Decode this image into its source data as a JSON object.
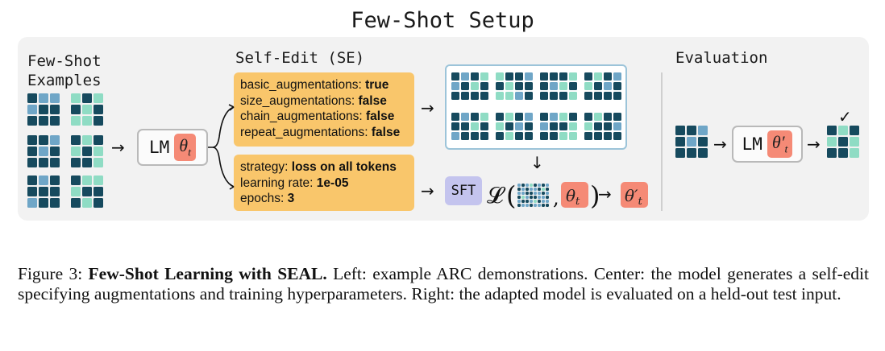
{
  "title": "Few-Shot Setup",
  "headers": {
    "fewshot_line1": "Few-Shot",
    "fewshot_line2": "Examples",
    "self_edit": "Self-Edit (SE)",
    "evaluation": "Evaluation"
  },
  "augmentations": [
    {
      "key": "basic_augmentations:",
      "value": "true"
    },
    {
      "key": "size_augmentations:",
      "value": "false"
    },
    {
      "key": "chain_augmentations:",
      "value": "false"
    },
    {
      "key": "repeat_augmentations:",
      "value": "false"
    }
  ],
  "hyperparams": [
    {
      "key": "strategy:",
      "value": "loss on all tokens"
    },
    {
      "key": "learning rate:",
      "value": "1e-05"
    },
    {
      "key": "epochs:",
      "value": "3"
    }
  ],
  "lm_label": "LM",
  "theta_symbol": "θ",
  "theta_sub": "t",
  "theta_prime": "′",
  "sft_label": "SFT",
  "loss_symbol": "𝓛",
  "checkmark": "✓",
  "colors": {
    "dark_teal": "#164a5e",
    "mid_blue": "#6fa6c7",
    "light_teal": "#8fdcc4",
    "orange_box": "#f9c66b",
    "theta_bg": "#f58a76",
    "sft_bg": "#c4c4ee"
  },
  "caption": {
    "label": "Figure 3:",
    "title": "Few-Shot Learning with SEAL.",
    "text": "Left: example ARC demonstrations. Center: the model generates a self-edit specifying augmentations and training hyperparameters. Right: the adapted model is evaluated on a held-out test input."
  }
}
